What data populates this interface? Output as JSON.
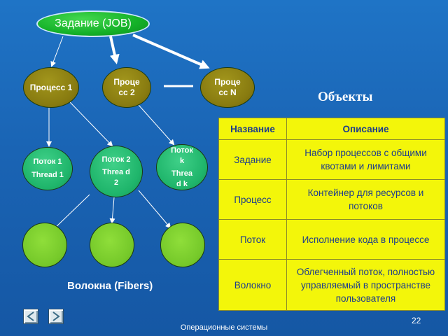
{
  "diagram": {
    "job_label": "Задание (JOB)",
    "process1_label": "Процесс 1",
    "process2_label": "Проце сс 2",
    "processN_label": "Проце сс N",
    "thread1": {
      "line1": "Поток 1",
      "line2": "Thread 1"
    },
    "thread2": {
      "line1": "Поток 2",
      "line2": "Threa d 2"
    },
    "threadk": {
      "line1": "Поток k",
      "line2": "Threa d k"
    },
    "fibers_caption": "Волокна (Fibers)"
  },
  "objects_title": "Объекты",
  "table": {
    "headers": [
      "Название",
      "Описание"
    ],
    "rows": [
      [
        "Задание",
        "Набор процессов с общими квотами и лимитами"
      ],
      [
        "Процесс",
        "Контейнер для ресурсов и потоков"
      ],
      [
        "Поток",
        "Исполнение кода в процессе"
      ],
      [
        "Волокно",
        "Облегченный поток, полностью управляемый в пространстве пользователя"
      ]
    ]
  },
  "footer": "Операционные системы",
  "page_number": "22",
  "colors": {
    "background": "#1a64b4",
    "job": "#14b128",
    "process": "#887b10",
    "thread": "#1fb56b",
    "fiber": "#76c92a",
    "table_bg": "#f3f60a",
    "table_text": "#1e3d8c"
  },
  "icons": [
    "prev-slide-icon",
    "next-slide-icon"
  ]
}
